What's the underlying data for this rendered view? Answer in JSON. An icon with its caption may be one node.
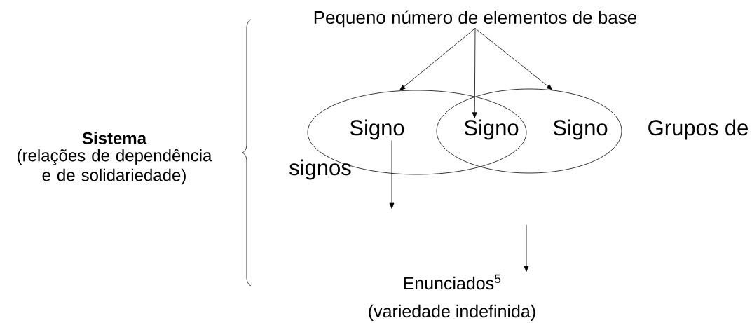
{
  "diagram": {
    "nodes": [
      {
        "text": [
          "Pequeno número de elementos de base"
        ]
      },
      {
        "text": [],
        "shape": "ellipse"
      },
      {
        "text": [],
        "shape": "ellipse"
      },
      {
        "text": [
          "Signo"
        ],
        "in": 1
      },
      {
        "text": [
          "Signo"
        ]
      },
      {
        "text": [
          "Signo"
        ],
        "in": 2
      },
      {
        "text": [
          "Enunciados$^{5}$",
          "(variedade indefinida)"
        ]
      }
    ],
    "edges": [
      {
        "from": 0,
        "to": 1,
        "arrow": "to"
      },
      {
        "from": 0,
        "to": 4,
        "arrow": "to"
      },
      {
        "from": 0,
        "to": 2,
        "arrow": "to"
      },
      {
        "from": 3,
        "to": null,
        "arrow": "to"
      },
      {
        "from": null,
        "to": 6,
        "arrow": "to"
      }
    ],
    "labels": [
      "Grupos de",
      "signos",
      "Sistema",
      "(relações de dependência e de solidariedade)"
    ]
  }
}
